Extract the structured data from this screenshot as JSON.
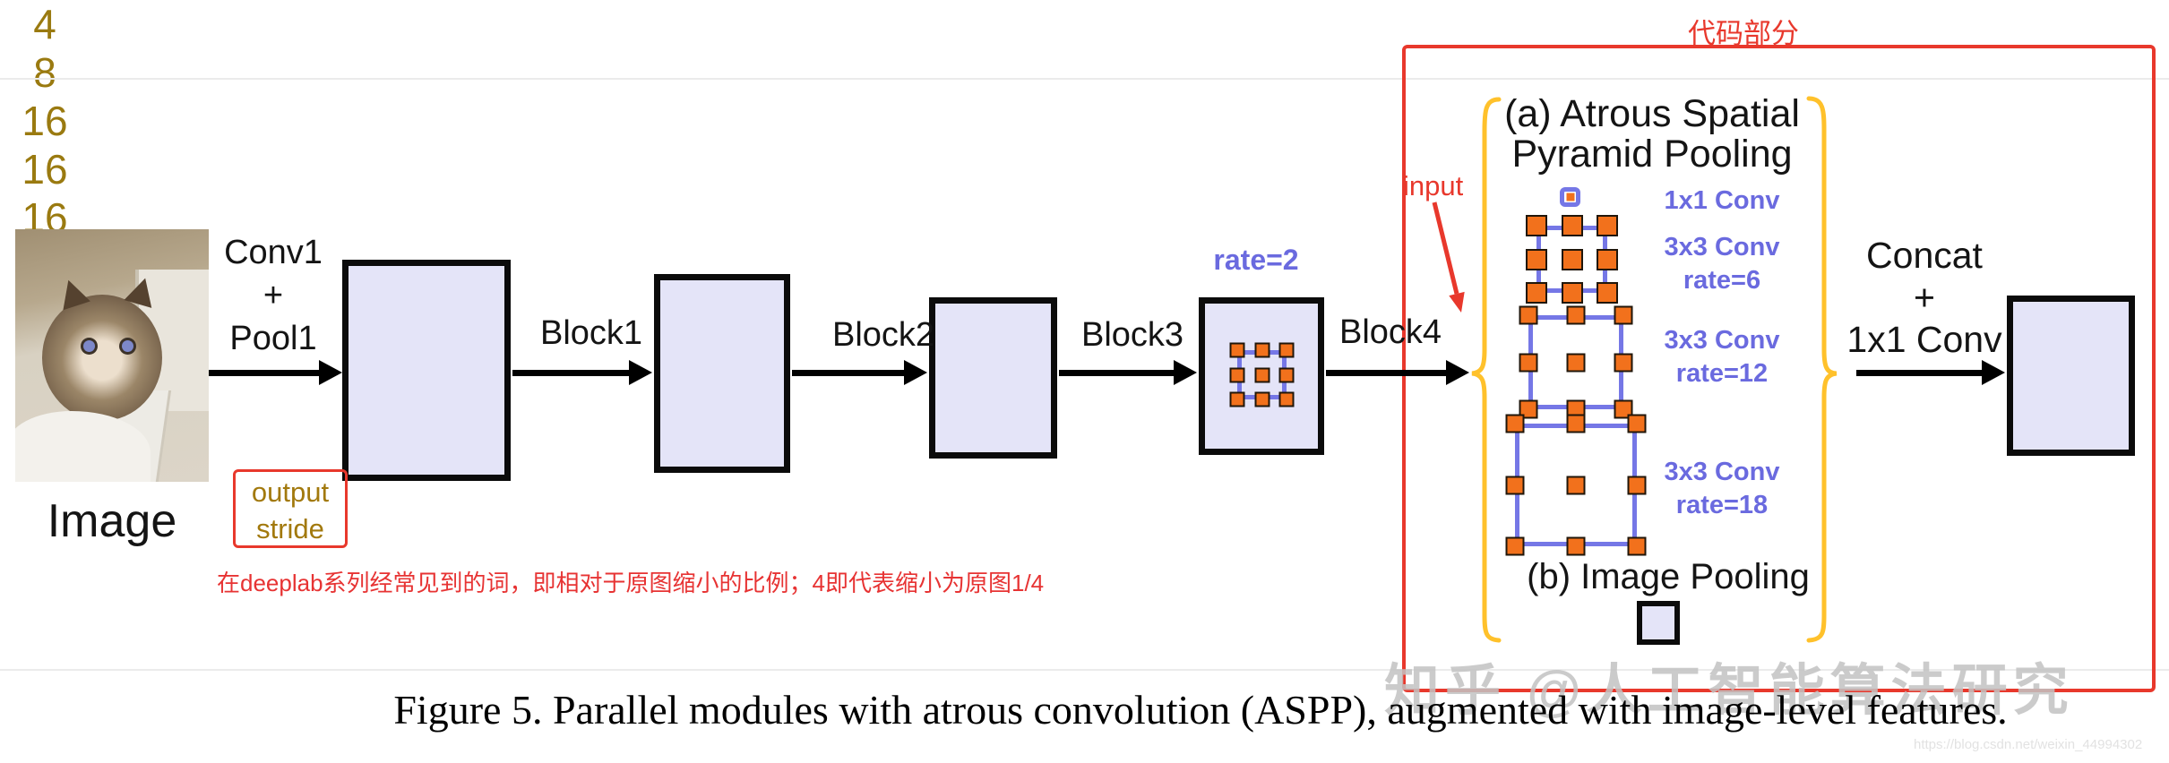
{
  "colors": {
    "box_fill": "#E4E4F8",
    "box_border": "#0B0B0B",
    "accent_red": "#E8382C",
    "accent_blue": "#6A6ADF",
    "grid_blue": "#7577E6",
    "grid_orange": "#F2711C",
    "stride_gold": "#9A7A10",
    "brace_yellow": "#FFC12B",
    "watermark_gray": "#C3C3C3"
  },
  "pipeline": {
    "image_label": "Image",
    "conv_pool": [
      "Conv1",
      "+",
      "Pool1"
    ],
    "block_labels": [
      "Block1",
      "Block2",
      "Block3",
      "Block4"
    ],
    "rate_label": "rate=2",
    "output_stride": {
      "line1": "output",
      "line2": "stride",
      "values": [
        "4",
        "8",
        "16",
        "16"
      ]
    },
    "note": "在deeplab系列经常见到的词，即相对于原图缩小的比例；4即代表缩小为原图1/4"
  },
  "aspp": {
    "code_region_label": "代码部分",
    "input_label": "input",
    "title_a_line1": "(a) Atrous Spatial",
    "title_a_line2": "Pyramid Pooling",
    "branches": [
      {
        "label": "1x1 Conv",
        "rate": ""
      },
      {
        "label": "3x3 Conv",
        "rate": "rate=6"
      },
      {
        "label": "3x3 Conv",
        "rate": "rate=12"
      },
      {
        "label": "3x3 Conv",
        "rate": "rate=18"
      }
    ],
    "title_b": "(b) Image Pooling",
    "concat": [
      "Concat",
      "+",
      "1x1 Conv"
    ],
    "final_stride": "16"
  },
  "caption": "Figure 5. Parallel modules with atrous convolution (ASPP), augmented with image-level features.",
  "watermarks": {
    "site": "知乎 @人工智能算法研究",
    "url": "https://blog.csdn.net/weixin_44994302"
  }
}
